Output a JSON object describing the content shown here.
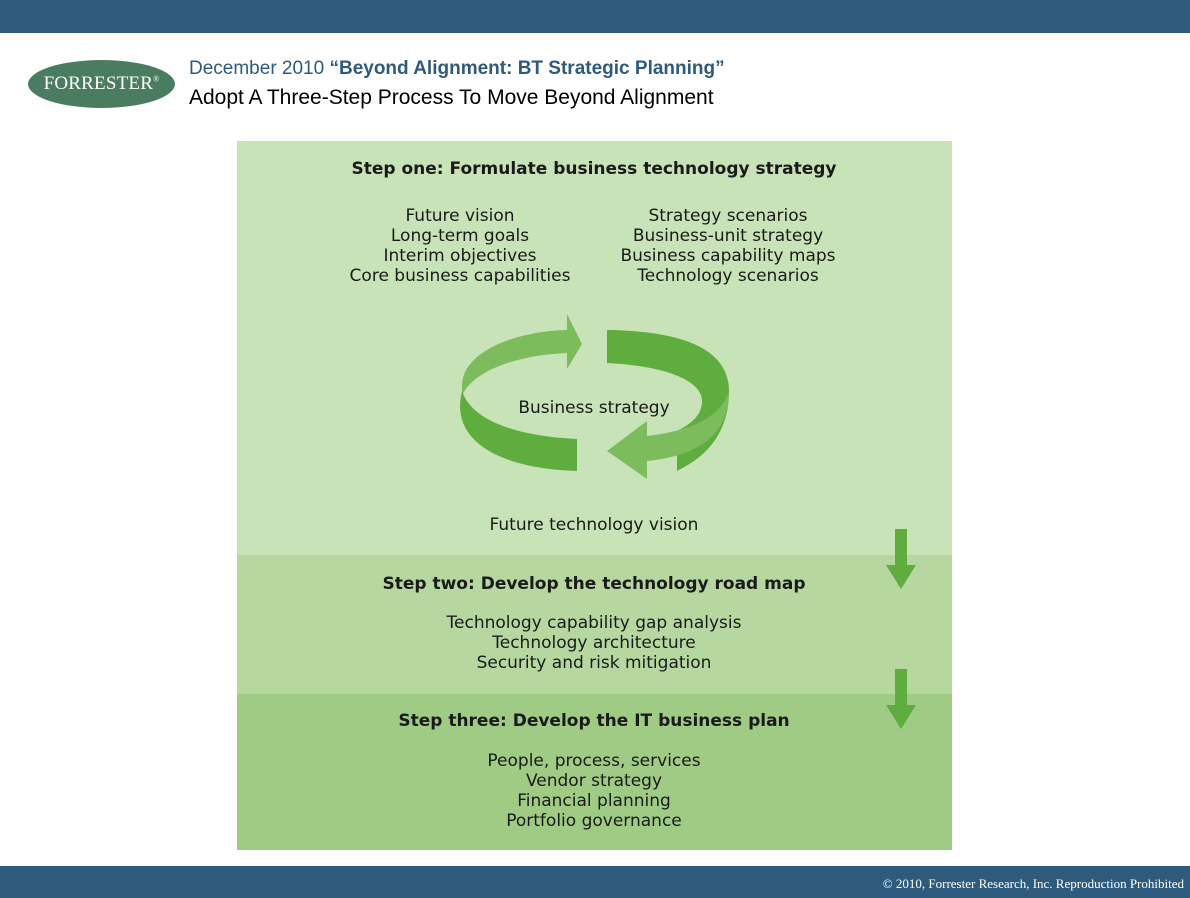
{
  "colors": {
    "bar_blue": "#2e5a7e",
    "logo_green": "#4a7c5f",
    "header_blue": "#2e5a7e",
    "step1_bg": "#c9e3b8",
    "step2_bg": "#b6d8a0",
    "step3_bg": "#9fcb84",
    "arrow_green": "#5fad3e",
    "arrow_light": "#7cbc5c"
  },
  "logo": {
    "text": "FORRESTER",
    "reg": "®"
  },
  "header": {
    "date": "December 2010 ",
    "report_title": "“Beyond Alignment: BT Strategic Planning”",
    "title": "Adopt A Three-Step Process To Move Beyond Alignment"
  },
  "footer": {
    "copyright": "© 2010, Forrester Research, Inc. Reproduction Prohibited"
  },
  "diagram": {
    "step1": {
      "title": "Step one: Formulate business technology strategy",
      "left_items": [
        "Future vision",
        "Long-term goals",
        "Interim objectives",
        "Core business capabilities"
      ],
      "right_items": [
        "Strategy scenarios",
        "Business-unit strategy",
        "Business capability maps",
        "Technology scenarios"
      ],
      "cycle_label": "Business strategy",
      "bottom_label": "Future technology vision"
    },
    "step2": {
      "title": "Step two: Develop the technology road map",
      "items": [
        "Technology capability gap analysis",
        "Technology architecture",
        "Security and risk mitigation"
      ]
    },
    "step3": {
      "title": "Step three: Develop the IT business plan",
      "items": [
        "People, process, services",
        "Vendor strategy",
        "Financial planning",
        "Portfolio governance"
      ]
    }
  }
}
